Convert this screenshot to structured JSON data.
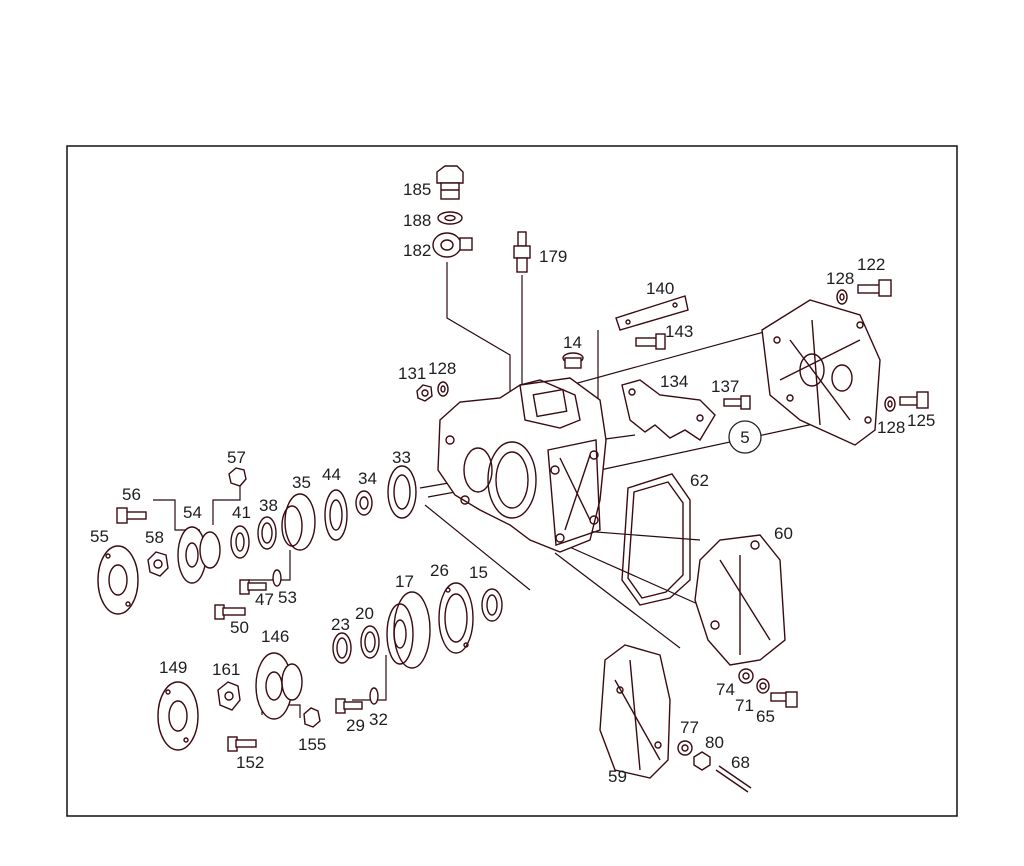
{
  "diagram": {
    "colors": {
      "ink": "#3a0a10",
      "label": "#1e1e22",
      "background": "#ffffff"
    },
    "callout": "5",
    "parts": [
      {
        "id": "p185",
        "label": "185"
      },
      {
        "id": "p188",
        "label": "188"
      },
      {
        "id": "p182",
        "label": "182"
      },
      {
        "id": "p179",
        "label": "179"
      },
      {
        "id": "p140",
        "label": "140"
      },
      {
        "id": "p143",
        "label": "143"
      },
      {
        "id": "p14",
        "label": "14"
      },
      {
        "id": "p131",
        "label": "131"
      },
      {
        "id": "p128a",
        "label": "128"
      },
      {
        "id": "p134",
        "label": "134"
      },
      {
        "id": "p137",
        "label": "137"
      },
      {
        "id": "p128b",
        "label": "128"
      },
      {
        "id": "p122",
        "label": "122"
      },
      {
        "id": "p128c",
        "label": "128"
      },
      {
        "id": "p125",
        "label": "125"
      },
      {
        "id": "p57",
        "label": "57"
      },
      {
        "id": "p56",
        "label": "56"
      },
      {
        "id": "p54",
        "label": "54"
      },
      {
        "id": "p41",
        "label": "41"
      },
      {
        "id": "p38",
        "label": "38"
      },
      {
        "id": "p35",
        "label": "35"
      },
      {
        "id": "p44",
        "label": "44"
      },
      {
        "id": "p34",
        "label": "34"
      },
      {
        "id": "p33",
        "label": "33"
      },
      {
        "id": "p55",
        "label": "55"
      },
      {
        "id": "p58",
        "label": "58"
      },
      {
        "id": "p47",
        "label": "47"
      },
      {
        "id": "p53",
        "label": "53"
      },
      {
        "id": "p50",
        "label": "50"
      },
      {
        "id": "p62",
        "label": "62"
      },
      {
        "id": "p60",
        "label": "60"
      },
      {
        "id": "p17",
        "label": "17"
      },
      {
        "id": "p26",
        "label": "26"
      },
      {
        "id": "p15",
        "label": "15"
      },
      {
        "id": "p23",
        "label": "23"
      },
      {
        "id": "p20",
        "label": "20"
      },
      {
        "id": "p146",
        "label": "146"
      },
      {
        "id": "p149",
        "label": "149"
      },
      {
        "id": "p161",
        "label": "161"
      },
      {
        "id": "p29",
        "label": "29"
      },
      {
        "id": "p32",
        "label": "32"
      },
      {
        "id": "p152",
        "label": "152"
      },
      {
        "id": "p155",
        "label": "155"
      },
      {
        "id": "p74",
        "label": "74"
      },
      {
        "id": "p71",
        "label": "71"
      },
      {
        "id": "p65",
        "label": "65"
      },
      {
        "id": "p77",
        "label": "77"
      },
      {
        "id": "p80",
        "label": "80"
      },
      {
        "id": "p68",
        "label": "68"
      },
      {
        "id": "p59",
        "label": "59"
      }
    ]
  }
}
